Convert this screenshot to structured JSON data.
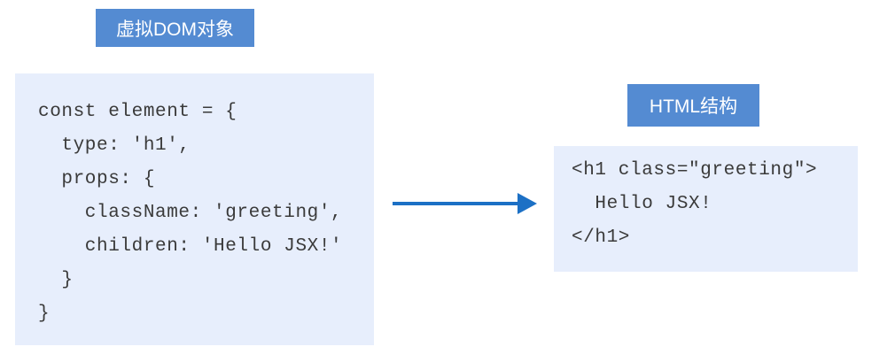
{
  "diagram": {
    "virtual_dom": {
      "label": "虚拟DOM对象",
      "code_lines": [
        "const element = {",
        "  type: 'h1',",
        "  props: {",
        "    className: 'greeting',",
        "    children: 'Hello JSX!'",
        "  }",
        "}"
      ]
    },
    "arrow_icon": "right-arrow-icon",
    "html": {
      "label": "HTML结构",
      "code_lines": [
        "<h1 class=\"greeting\">",
        "  Hello JSX!",
        "</h1>"
      ]
    }
  },
  "colors": {
    "label_bg": "#548BD2",
    "label_text": "#FFFFFF",
    "code_bg": "#E7EEFC",
    "code_text": "#3A3A3A",
    "arrow": "#1C70C5",
    "page_bg": "#FFFFFF"
  }
}
